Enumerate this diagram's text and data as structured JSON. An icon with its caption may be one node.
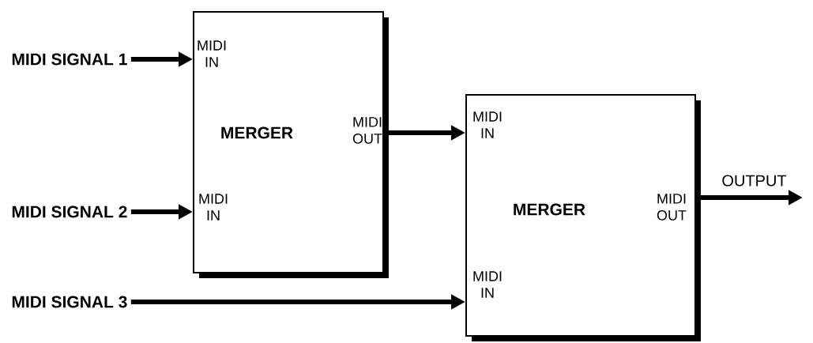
{
  "diagram": {
    "nodes": [
      {
        "text": [
          "MIDI SIGNAL 1"
        ]
      },
      {
        "text": [
          "MIDI SIGNAL 2"
        ]
      },
      {
        "text": [
          "MIDI SIGNAL 3"
        ]
      },
      {
        "text": [
          "MIDI IN",
          "MERGER",
          "MIDI OUT",
          "MIDI IN"
        ]
      },
      {
        "text": [
          "MIDI IN",
          "MERGER",
          "MIDI OUT",
          "MIDI IN"
        ]
      }
    ],
    "edges": [
      {
        "from": 0,
        "to": 3,
        "arrow": "to"
      },
      {
        "from": 1,
        "to": 3,
        "arrow": "to"
      },
      {
        "from": 2,
        "to": 4,
        "arrow": "to"
      },
      {
        "from": 3,
        "to": 4,
        "arrow": "to"
      },
      {
        "from": 4,
        "to": null,
        "arrow": "to",
        "label": "OUTPUT"
      }
    ]
  }
}
